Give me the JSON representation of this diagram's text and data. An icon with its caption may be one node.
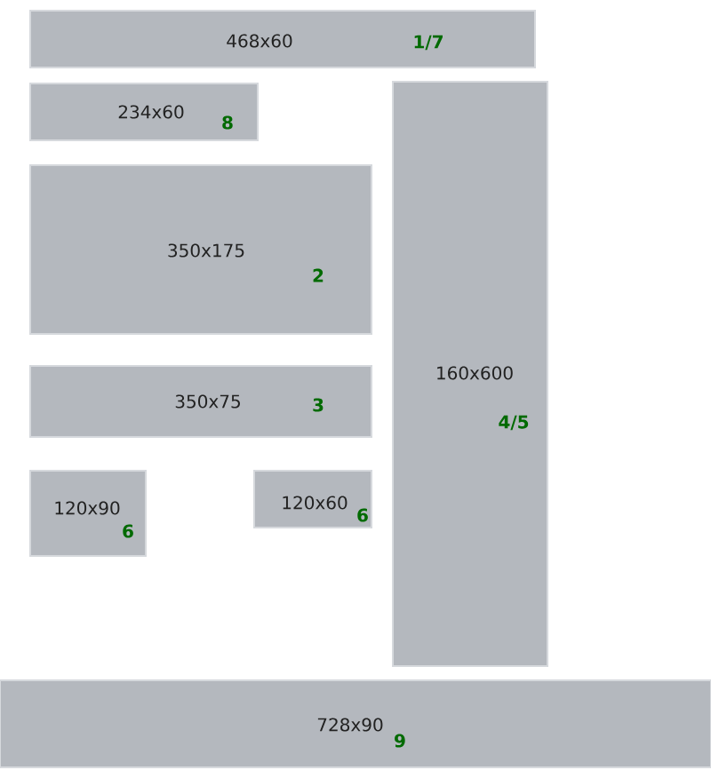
{
  "diagram": {
    "nodes": [
      {
        "text": [
          "468x60",
          "1/7"
        ]
      },
      {
        "text": [
          "234x60",
          "8"
        ]
      },
      {
        "text": [
          "160x600",
          "4/5"
        ]
      },
      {
        "text": [
          "350x175",
          "2"
        ]
      },
      {
        "text": [
          "350x75",
          "3"
        ]
      },
      {
        "text": [
          "120x90",
          "6"
        ]
      },
      {
        "text": [
          "120x60",
          "6"
        ]
      },
      {
        "text": [
          "728x90",
          "9"
        ]
      }
    ]
  }
}
